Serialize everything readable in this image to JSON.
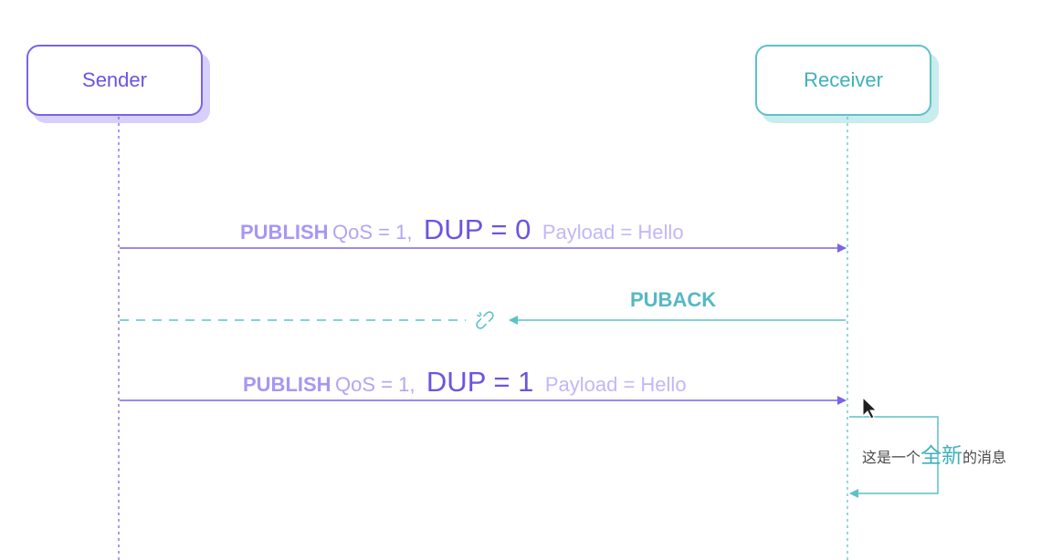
{
  "participants": {
    "sender": {
      "label": "Sender",
      "color": "#7a63ea"
    },
    "receiver": {
      "label": "Receiver",
      "color": "#5cc2c8"
    }
  },
  "messages": [
    {
      "id": "publish-1",
      "direction": "sender-to-receiver",
      "keyword": "PUBLISH",
      "qos": "QoS = 1,",
      "dup": "DUP = 0",
      "payload": "Payload = Hello"
    },
    {
      "id": "puback",
      "direction": "receiver-to-sender",
      "label": "PUBACK",
      "lost": true,
      "icon": "broken-link-icon"
    },
    {
      "id": "publish-2",
      "direction": "sender-to-receiver",
      "keyword": "PUBLISH",
      "qos": "QoS = 1,",
      "dup": "DUP = 1",
      "payload": "Payload = Hello"
    }
  ],
  "note": {
    "prefix": "这是一个",
    "highlight": "全新",
    "suffix": "的消息"
  },
  "colors": {
    "publish": "#7a63ea",
    "ack": "#5cc2c8"
  }
}
